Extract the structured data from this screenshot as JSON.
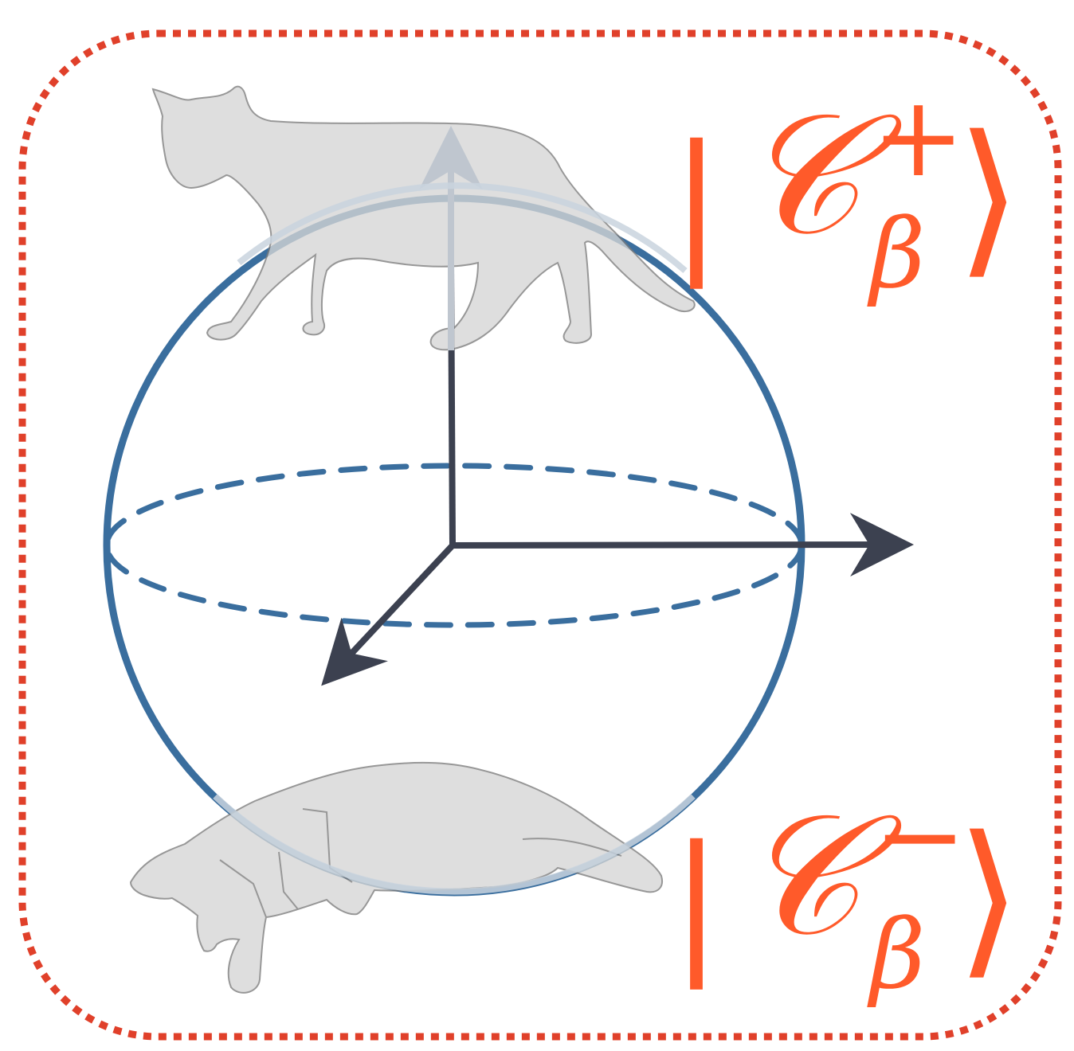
{
  "colors": {
    "frame": "#e0402a",
    "ket": "#ff5a2a",
    "sphere": "#3a6e9e",
    "axes": "#3c4150",
    "cat_fill": "#d6d6d6",
    "cat_stroke": "#7a7a7a"
  },
  "kets": {
    "plus": {
      "symbol": "𝒞",
      "sup": "+",
      "sub": "β",
      "left_bracket": "|",
      "right_bracket": "⟩"
    },
    "minus": {
      "symbol": "𝒞",
      "sup": "−",
      "sub": "β",
      "left_bracket": "|",
      "right_bracket": "⟩"
    }
  },
  "icons": {
    "top": "standing-cat-icon",
    "bottom": "lying-cat-icon"
  }
}
